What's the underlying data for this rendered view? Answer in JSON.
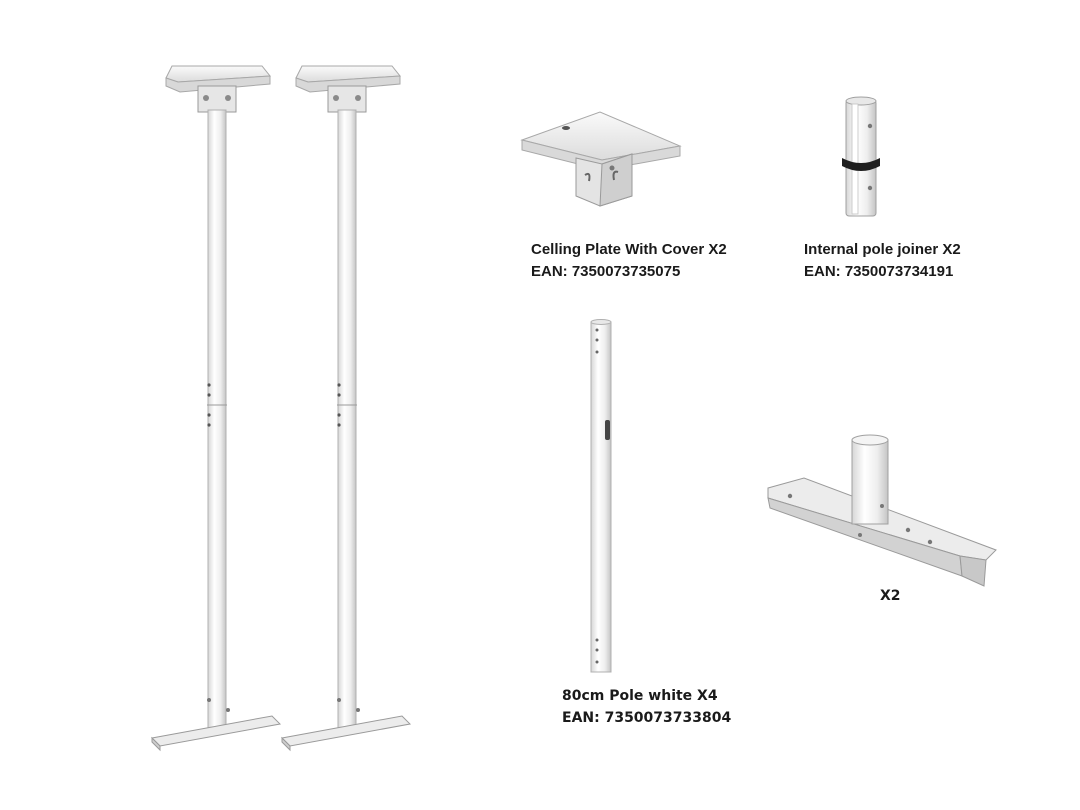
{
  "products": {
    "ceiling_plate": {
      "title": "Celling Plate With Cover X2",
      "ean": "EAN: 7350073735075",
      "icon": "ceiling-plate-icon"
    },
    "pole_joiner": {
      "title": "Internal pole joiner X2",
      "ean": "EAN: 7350073734191",
      "icon": "pole-joiner-icon"
    },
    "pole": {
      "title": "80cm Pole white X4",
      "ean": "EAN: 7350073733804",
      "icon": "pole-icon"
    },
    "base_bracket": {
      "title": "X2",
      "icon": "base-bracket-icon"
    }
  },
  "assembled_mounts": {
    "count": 2,
    "icon": "floor-to-ceiling-mount-icon"
  },
  "colors": {
    "background": "#ffffff",
    "metal_light": "#f2f2f2",
    "metal_shade": "#c8c8c8",
    "outline": "#9a9a9a",
    "text": "#1a1a1a"
  }
}
